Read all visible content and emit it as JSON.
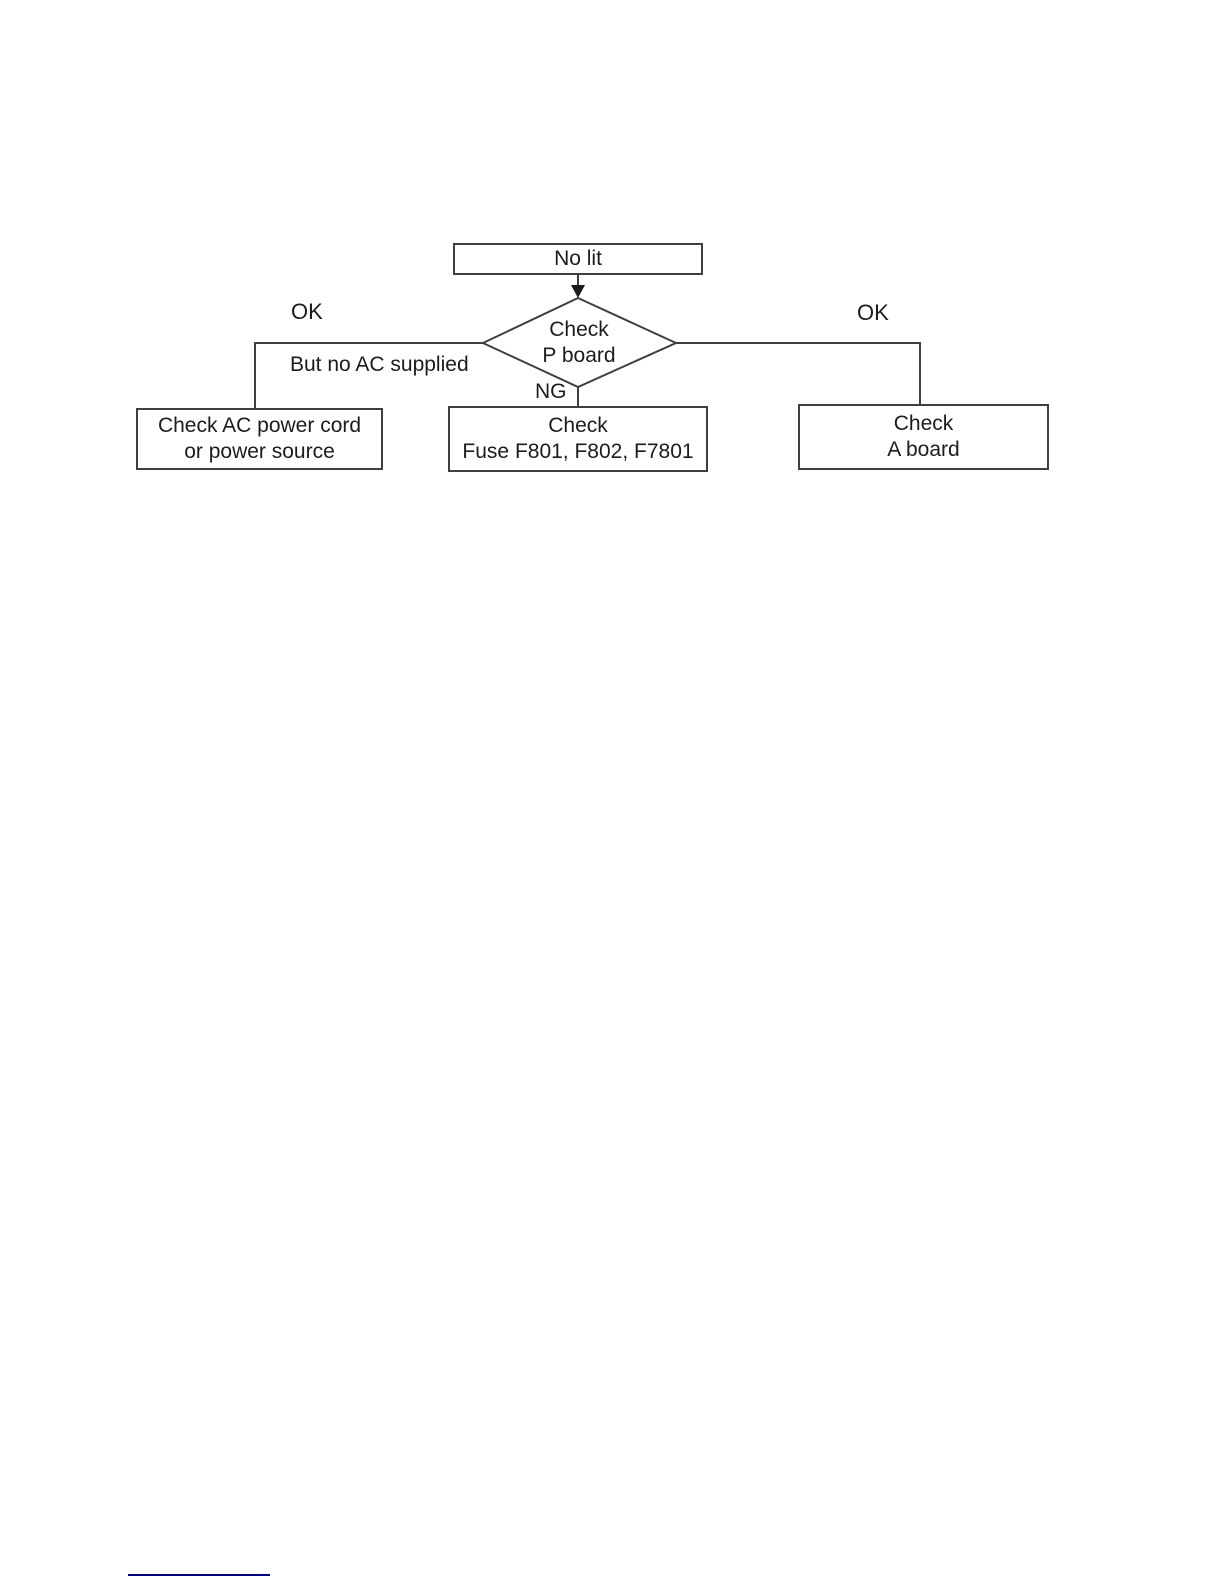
{
  "flowchart": {
    "start": {
      "label": "No lit"
    },
    "decision": {
      "line1": "Check",
      "line2": "P board"
    },
    "edges": {
      "left_ok": "OK",
      "left_condition": "But no AC supplied",
      "down_ng": "NG",
      "right_ok": "OK"
    },
    "outcomes": {
      "left": {
        "line1": "Check AC power cord",
        "line2": "or power source"
      },
      "middle": {
        "line1": "Check",
        "line2": "Fuse F801, F802, F7801"
      },
      "right": {
        "line1": "Check",
        "line2": "A board"
      }
    },
    "colors": {
      "line": "#3f3f3f",
      "text": "#1c1c1c",
      "footer_underline": "#000080"
    }
  }
}
